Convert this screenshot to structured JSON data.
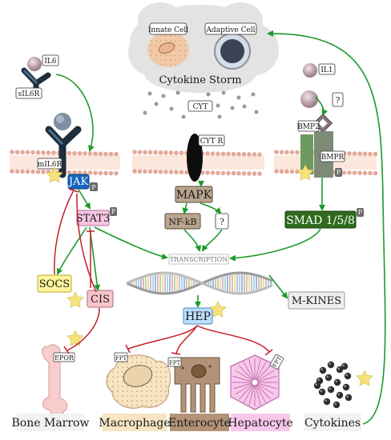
{
  "cytokine_storm": {
    "title": "Cytokine Storm",
    "innate_cell": "Innate Cell",
    "adaptive_cell": "Adaptive Cell",
    "cyt": "CYT"
  },
  "il6_pathway": {
    "il6": "IL6",
    "sil6r": "sIL6R",
    "mil6r": "mIL6R",
    "jak": "JAK",
    "jak_p": "P",
    "stat3": "STAT3",
    "stat3_p": "P",
    "socs": "SOCS",
    "cis": "CIS"
  },
  "mapk_pathway": {
    "cyt_r": "CYT R",
    "mapk": "MAPK",
    "nfkb": "NF-kB",
    "unknown": "?"
  },
  "il1_pathway": {
    "il1": "IL1",
    "unknown": "?",
    "bmp2": "BMP2",
    "bmpr": "BMPR",
    "bmpr_p": "P",
    "smad": "SMAD 1/5/8",
    "smad_p": "P"
  },
  "nucleus": {
    "transcription": "TRANSCRIPTION",
    "hep": "HEP",
    "mkines": "M-KINES"
  },
  "targets": {
    "epor": "EPOR",
    "fpt1": "FPT",
    "fpt2": "FPT",
    "fpt3": "FPT",
    "bone_marrow": "Bone Marrow",
    "macrophage": "Macrophage",
    "enterocyte": "Enterocyte",
    "hepatocyte": "Hepatocyte",
    "cytokines": "Cytokines"
  },
  "colors": {
    "activation": "#1e9a2a",
    "inhibition": "#c41e2a",
    "membrane": "#e3a99a",
    "jak": "#1565c0",
    "stat3": "#f6c6e4",
    "socs": "#fff59d",
    "cis": "#f8c4cc",
    "hep": "#bbdefb",
    "mapk": "#b9a48e",
    "smad": "#2e6b1d"
  }
}
